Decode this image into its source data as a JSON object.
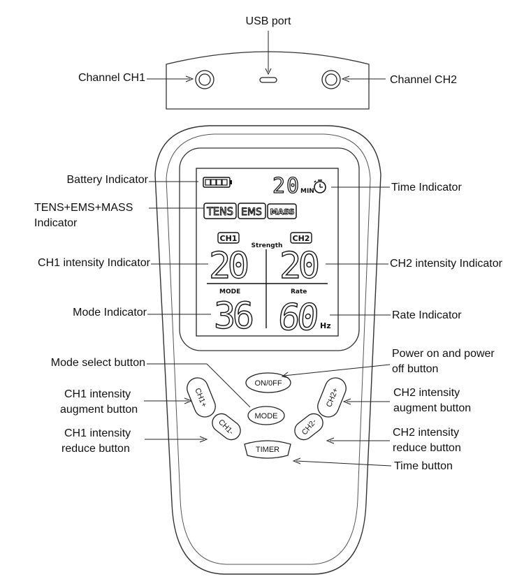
{
  "labels": {
    "usb_port": "USB port",
    "channel_ch1": "Channel CH1",
    "channel_ch2": "Channel CH2",
    "battery": "Battery Indicator",
    "tens_line1": "TENS+EMS+MASS",
    "tens_line2": "Indicator",
    "ch1_intensity": "CH1 intensity Indicator",
    "mode_indicator": "Mode  Indicator",
    "mode_select": "Mode select button",
    "ch1_aug_line1": "CH1 intensity",
    "ch1_aug_line2": "augment button",
    "ch1_red_line1": "CH1 intensity",
    "ch1_red_line2": "reduce button",
    "time_indicator": "Time Indicator",
    "ch2_intensity": "CH2 intensity  Indicator",
    "rate_indicator": "Rate Indicator",
    "power_line1": "Power on and power",
    "power_line2": "off button",
    "ch2_aug_line1": "CH2 intensity",
    "ch2_aug_line2": "augment button",
    "ch2_red_line1": "CH2 intensity",
    "ch2_red_line2": "reduce button",
    "time_button": "Time button"
  },
  "lcd": {
    "time_value": "20",
    "time_unit": "MIN",
    "modes": [
      "TENS",
      "EMS",
      "MASS"
    ],
    "ch1_tag": "CH1",
    "ch2_tag": "CH2",
    "strength": "Strength",
    "ch1_value": "20",
    "ch2_value": "20",
    "mode_tag": "MODE",
    "rate_tag": "Rate",
    "mode_value": "36",
    "rate_value": "60",
    "rate_unit": "Hz"
  },
  "buttons": {
    "on_off": "ON/0FF",
    "mode": "MODE",
    "timer": "TIMER",
    "ch1_plus": "CH1+",
    "ch1_minus": "CH1-",
    "ch2_plus": "CH2+",
    "ch2_minus": "CH2-"
  }
}
